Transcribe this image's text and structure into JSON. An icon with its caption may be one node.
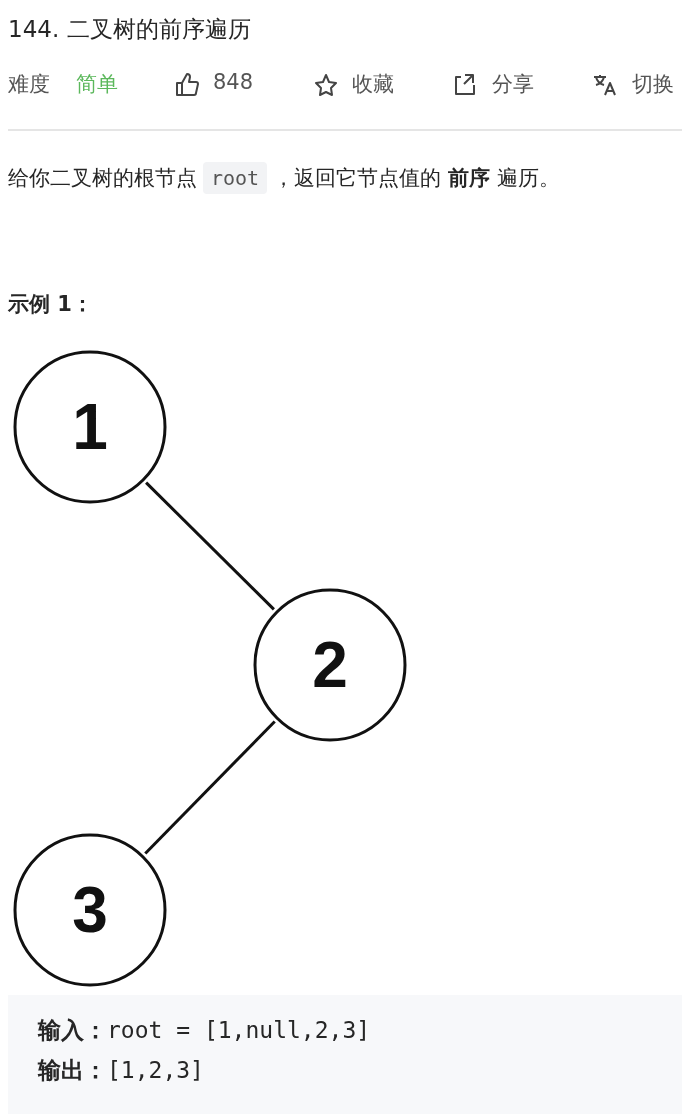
{
  "diagram": {
    "title": "144. 二叉树的前序遍历",
    "nodes": [
      {
        "text": [
          "1"
        ]
      },
      {
        "text": [
          "2"
        ]
      },
      {
        "text": [
          "3"
        ]
      }
    ],
    "edges": [
      {
        "from": 0,
        "to": 1,
        "arrow": "none"
      },
      {
        "from": 1,
        "to": 2,
        "arrow": "none"
      }
    ],
    "labels": [
      "难度",
      "简单",
      "848",
      "收藏",
      "分享",
      "切换",
      "给你二叉树的根节点",
      "root",
      "，返回它节点值的 **前序** 遍历。",
      "示例 1：",
      "**输入：**root = [1,null,2,3]",
      "**输出：**[1,2,3]"
    ]
  }
}
